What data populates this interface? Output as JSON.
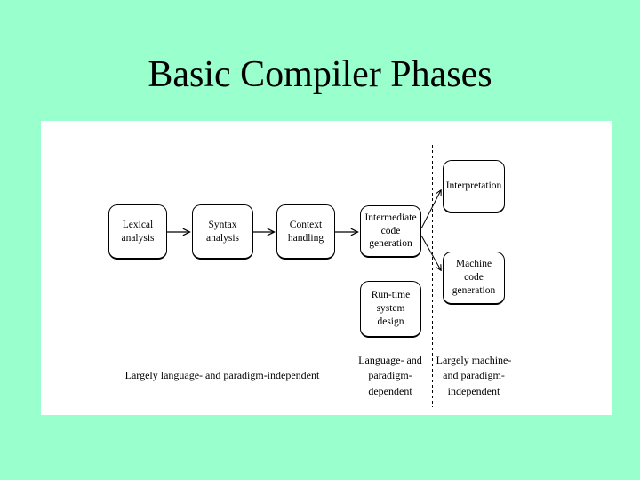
{
  "slide": {
    "title": "Basic Compiler Phases",
    "background_color": "#99FFCC",
    "panel_color": "#FFFFFF",
    "ink_color": "#000000"
  },
  "diagram": {
    "boxes": [
      {
        "id": "lexical",
        "label": "Lexical\nanalysis"
      },
      {
        "id": "syntax",
        "label": "Syntax\nanalysis"
      },
      {
        "id": "context",
        "label": "Context\nhandling"
      },
      {
        "id": "intermediate",
        "label": "Intermediate\ncode\ngeneration"
      },
      {
        "id": "runtime",
        "label": "Run-time\nsystem\ndesign"
      },
      {
        "id": "interpretation",
        "label": "Interpretation"
      },
      {
        "id": "machine",
        "label": "Machine\ncode\ngeneration"
      }
    ],
    "region_labels": [
      {
        "id": "left",
        "label": "Largely language- and paradigm-independent"
      },
      {
        "id": "middle",
        "label": "Language- and\nparadigm-\ndependent"
      },
      {
        "id": "right",
        "label": "Largely machine-\nand paradigm-\nindependent"
      }
    ]
  }
}
